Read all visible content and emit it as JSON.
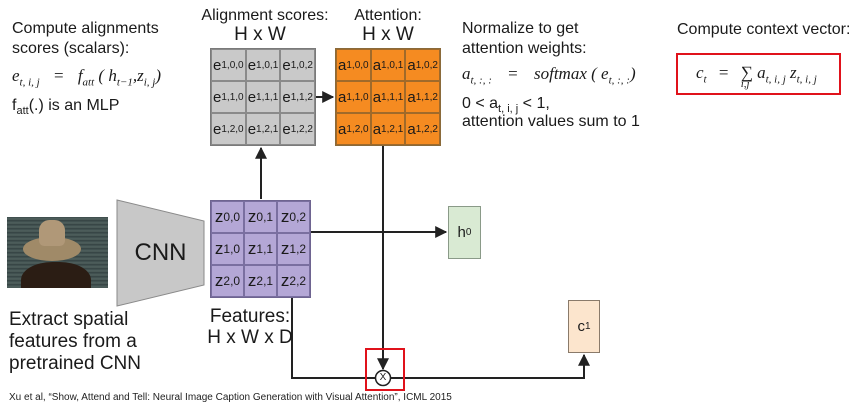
{
  "alignment_text": {
    "line1": "Compute alignments",
    "line2": "scores (scalars):",
    "formula_lhs": "e",
    "formula_lhs_sub": "t, i, j",
    "formula_eq": "=",
    "formula_rhs": "f",
    "formula_rhs_sub": "att",
    "formula_args": "( h",
    "formula_args_sub1": "t−1",
    "formula_args_mid": ",z",
    "formula_args_sub2": "i, j",
    "formula_close": ")",
    "mlp_prefix": "f",
    "mlp_sub": "att",
    "mlp_suffix": "(.) is an MLP"
  },
  "alignment_grid": {
    "title": "Alignment scores:",
    "dims": "H x W",
    "letter": "e",
    "cells": [
      "1,0,0",
      "1,0,1",
      "1,0,2",
      "1,1,0",
      "1,1,1",
      "1,1,2",
      "1,2,0",
      "1,2,1",
      "1,2,2"
    ],
    "color": "#c9c9c9"
  },
  "attention_grid": {
    "title": "Attention:",
    "dims": "H x W",
    "letter": "a",
    "cells": [
      "1,0,0",
      "1,0,1",
      "1,0,2",
      "1,1,0",
      "1,1,1",
      "1,1,2",
      "1,2,0",
      "1,2,1",
      "1,2,2"
    ],
    "color": "#f58b21"
  },
  "normalize_text": {
    "line1": "Normalize to get",
    "line2": "attention weights:",
    "formula_lhs": "a",
    "formula_lhs_sub": "t, :, :",
    "formula_eq": "=",
    "formula_rhs": "softmax ( e",
    "formula_rhs_sub": "t, :, :",
    "formula_close": ")",
    "bound_prefix": "0 < a",
    "bound_sub": "t, i, j",
    "bound_suffix": "< 1,",
    "line_sum": "attention values sum to 1"
  },
  "context_text": {
    "title": "Compute context vector:",
    "lhs": "c",
    "lhs_sub": "t",
    "eq": "=",
    "sum": "∑",
    "sum_sub": "i,j",
    "term1": "a",
    "term1_sub": "t, i, j",
    "term2": "z",
    "term2_sub": "t, i, j",
    "box_color": "#e0121b"
  },
  "cnn": {
    "label": "CNN",
    "color": "#c8c8c8"
  },
  "feature_grid": {
    "letter": "z",
    "cells": [
      "0,0",
      "0,1",
      "0,2",
      "1,0",
      "1,1",
      "1,2",
      "2,0",
      "2,1",
      "2,2"
    ],
    "label1": "Features:",
    "label2": "H x W x D",
    "color": "#b4a7d6"
  },
  "extract_text": {
    "line1": "Extract spatial",
    "line2": "features from a",
    "line3": "pretrained CNN"
  },
  "h0_box": {
    "letter": "h",
    "sub": "0",
    "color": "#d9ead3"
  },
  "c1_box": {
    "letter": "c",
    "sub": "1",
    "color": "#fce5cd"
  },
  "multiply_symbol": "X",
  "citation": "Xu et al, “Show, Attend and Tell: Neural Image Caption Generation with Visual Attention”, ICML 2015"
}
